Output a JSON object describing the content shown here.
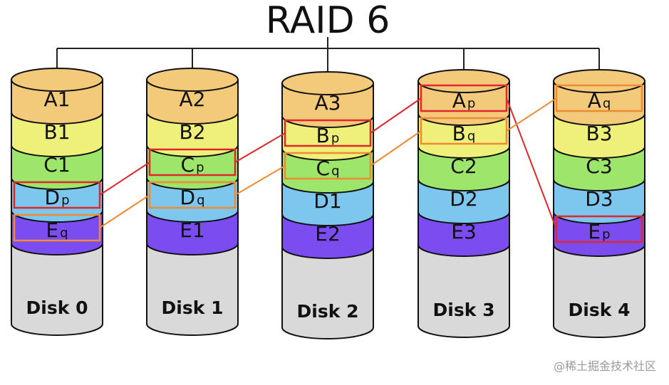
{
  "title": "RAID 6",
  "colors": {
    "A": "#f3c97a",
    "B": "#eff07a",
    "C": "#9ee56c",
    "D": "#7dc6ee",
    "E": "#7b4cf0",
    "empty": "#d9d9d9",
    "outline": "#111111",
    "p_box": "#e0282a",
    "q_box": "#f08a33"
  },
  "disks": [
    {
      "label": "Disk 0",
      "blocks": [
        {
          "row": "A",
          "base": "A",
          "sub": "1",
          "parity": false
        },
        {
          "row": "B",
          "base": "B",
          "sub": "1",
          "parity": false
        },
        {
          "row": "C",
          "base": "C",
          "sub": "1",
          "parity": false
        },
        {
          "row": "D",
          "base": "D",
          "sub": "p",
          "parity": "p"
        },
        {
          "row": "E",
          "base": "E",
          "sub": "q",
          "parity": "q"
        }
      ]
    },
    {
      "label": "Disk 1",
      "blocks": [
        {
          "row": "A",
          "base": "A",
          "sub": "2",
          "parity": false
        },
        {
          "row": "B",
          "base": "B",
          "sub": "2",
          "parity": false
        },
        {
          "row": "C",
          "base": "C",
          "sub": "p",
          "parity": "p"
        },
        {
          "row": "D",
          "base": "D",
          "sub": "q",
          "parity": "q"
        },
        {
          "row": "E",
          "base": "E",
          "sub": "1",
          "parity": false
        }
      ]
    },
    {
      "label": "Disk 2",
      "blocks": [
        {
          "row": "A",
          "base": "A",
          "sub": "3",
          "parity": false
        },
        {
          "row": "B",
          "base": "B",
          "sub": "p",
          "parity": "p"
        },
        {
          "row": "C",
          "base": "C",
          "sub": "q",
          "parity": "q"
        },
        {
          "row": "D",
          "base": "D",
          "sub": "1",
          "parity": false
        },
        {
          "row": "E",
          "base": "E",
          "sub": "2",
          "parity": false
        }
      ]
    },
    {
      "label": "Disk 3",
      "blocks": [
        {
          "row": "A",
          "base": "A",
          "sub": "p",
          "parity": "p"
        },
        {
          "row": "B",
          "base": "B",
          "sub": "q",
          "parity": "q"
        },
        {
          "row": "C",
          "base": "C",
          "sub": "2",
          "parity": false
        },
        {
          "row": "D",
          "base": "D",
          "sub": "2",
          "parity": false
        },
        {
          "row": "E",
          "base": "E",
          "sub": "3",
          "parity": false
        }
      ]
    },
    {
      "label": "Disk 4",
      "blocks": [
        {
          "row": "A",
          "base": "A",
          "sub": "q",
          "parity": "q"
        },
        {
          "row": "B",
          "base": "B",
          "sub": "3",
          "parity": false
        },
        {
          "row": "C",
          "base": "C",
          "sub": "3",
          "parity": false
        },
        {
          "row": "D",
          "base": "D",
          "sub": "3",
          "parity": false
        },
        {
          "row": "E",
          "base": "E",
          "sub": "p",
          "parity": "p"
        }
      ]
    }
  ],
  "watermark": "@稀土掘金技术社区"
}
